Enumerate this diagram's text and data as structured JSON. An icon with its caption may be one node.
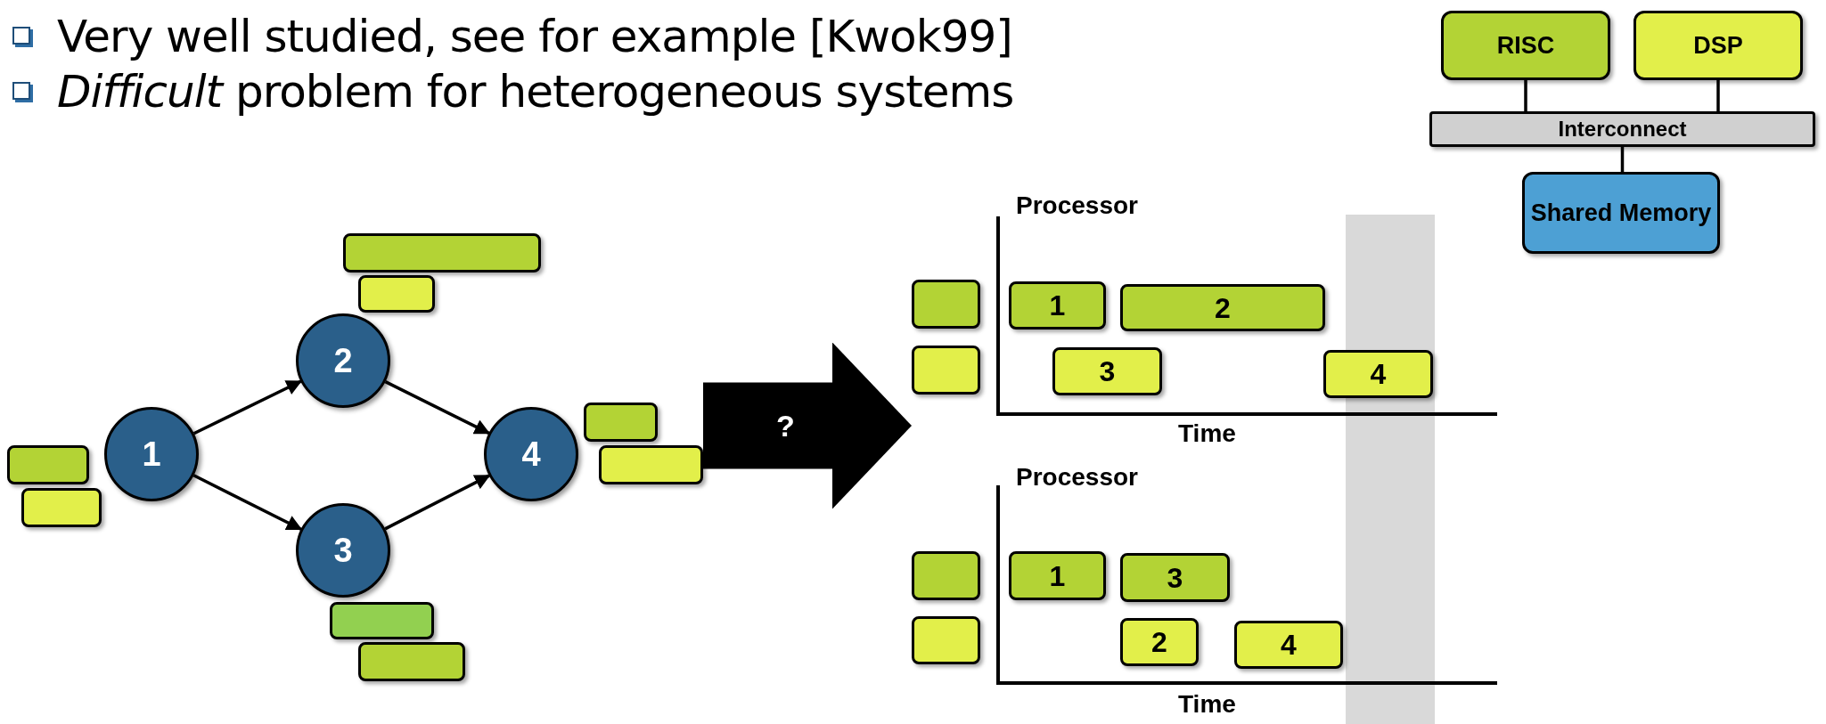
{
  "diagram": {
    "nodes": [
      {
        "text": [
          "RISC"
        ]
      },
      {
        "text": [
          "DSP"
        ]
      },
      {
        "text": [
          "Interconnect"
        ]
      },
      {
        "text": [
          "Shared Memory"
        ]
      },
      {
        "text": [
          "1"
        ]
      },
      {
        "text": [
          "2"
        ]
      },
      {
        "text": [
          "3"
        ]
      },
      {
        "text": [
          "4"
        ]
      },
      {
        "text": [],
        "shape": "box"
      },
      {
        "text": [],
        "shape": "box"
      },
      {
        "text": [],
        "shape": "box"
      },
      {
        "text": [],
        "shape": "box"
      },
      {
        "text": [],
        "shape": "box"
      },
      {
        "text": [],
        "shape": "box"
      },
      {
        "text": [],
        "shape": "box"
      },
      {
        "text": [],
        "shape": "box"
      },
      {
        "text": [],
        "shape": "box"
      },
      {
        "text": [],
        "shape": "box"
      },
      {
        "text": [
          "1"
        ]
      },
      {
        "text": [
          "2"
        ]
      },
      {
        "text": [
          "3"
        ]
      },
      {
        "text": [
          "4"
        ]
      },
      {
        "text": [],
        "shape": "box"
      },
      {
        "text": [],
        "shape": "box"
      },
      {
        "text": [
          "1"
        ]
      },
      {
        "text": [
          "3"
        ]
      },
      {
        "text": [
          "2"
        ]
      },
      {
        "text": [
          "4"
        ]
      }
    ],
    "edges": [
      {
        "from": 0,
        "to": 2,
        "arrow": "none"
      },
      {
        "from": 1,
        "to": 2,
        "arrow": "none"
      },
      {
        "from": 2,
        "to": 3,
        "arrow": "none"
      },
      {
        "from": 4,
        "to": 5,
        "arrow": "to"
      },
      {
        "from": 4,
        "to": 6,
        "arrow": "to"
      },
      {
        "from": 5,
        "to": 7,
        "arrow": "to"
      },
      {
        "from": 6,
        "to": 7,
        "arrow": "to"
      },
      {
        "from": 15,
        "to": 17,
        "arrow": "to",
        "label": "?",
        "style": "thick"
      }
    ],
    "labels": [
      "Very well studied, see for example [Kwok99]",
      "*Difficult* problem for heterogeneous systems",
      "Processor",
      "Time",
      "Processor",
      "Time"
    ]
  }
}
